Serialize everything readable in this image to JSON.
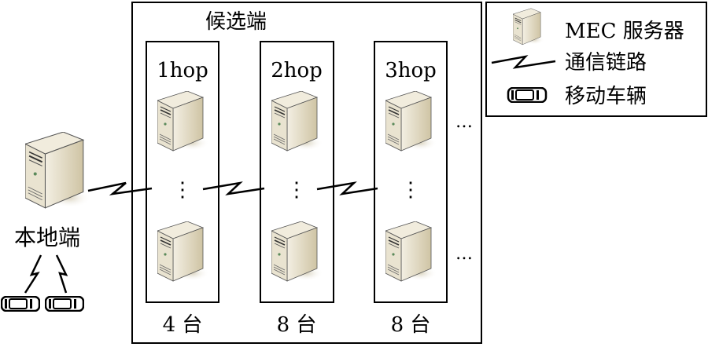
{
  "candidate": {
    "title": "候选端",
    "columns": [
      {
        "hop": "1hop",
        "count": "4 台"
      },
      {
        "hop": "2hop",
        "count": "8 台"
      },
      {
        "hop": "3hop",
        "count": "8 台"
      }
    ],
    "more": "…",
    "vdots": "⋮"
  },
  "local": {
    "label": "本地端"
  },
  "legend": {
    "server": "MEC 服务器",
    "link": "通信链路",
    "vehicle": "移动车辆"
  },
  "colors": {
    "server_top": "#efe9d8",
    "server_front": "#e6dfca",
    "server_side": "#d8ceb2"
  }
}
